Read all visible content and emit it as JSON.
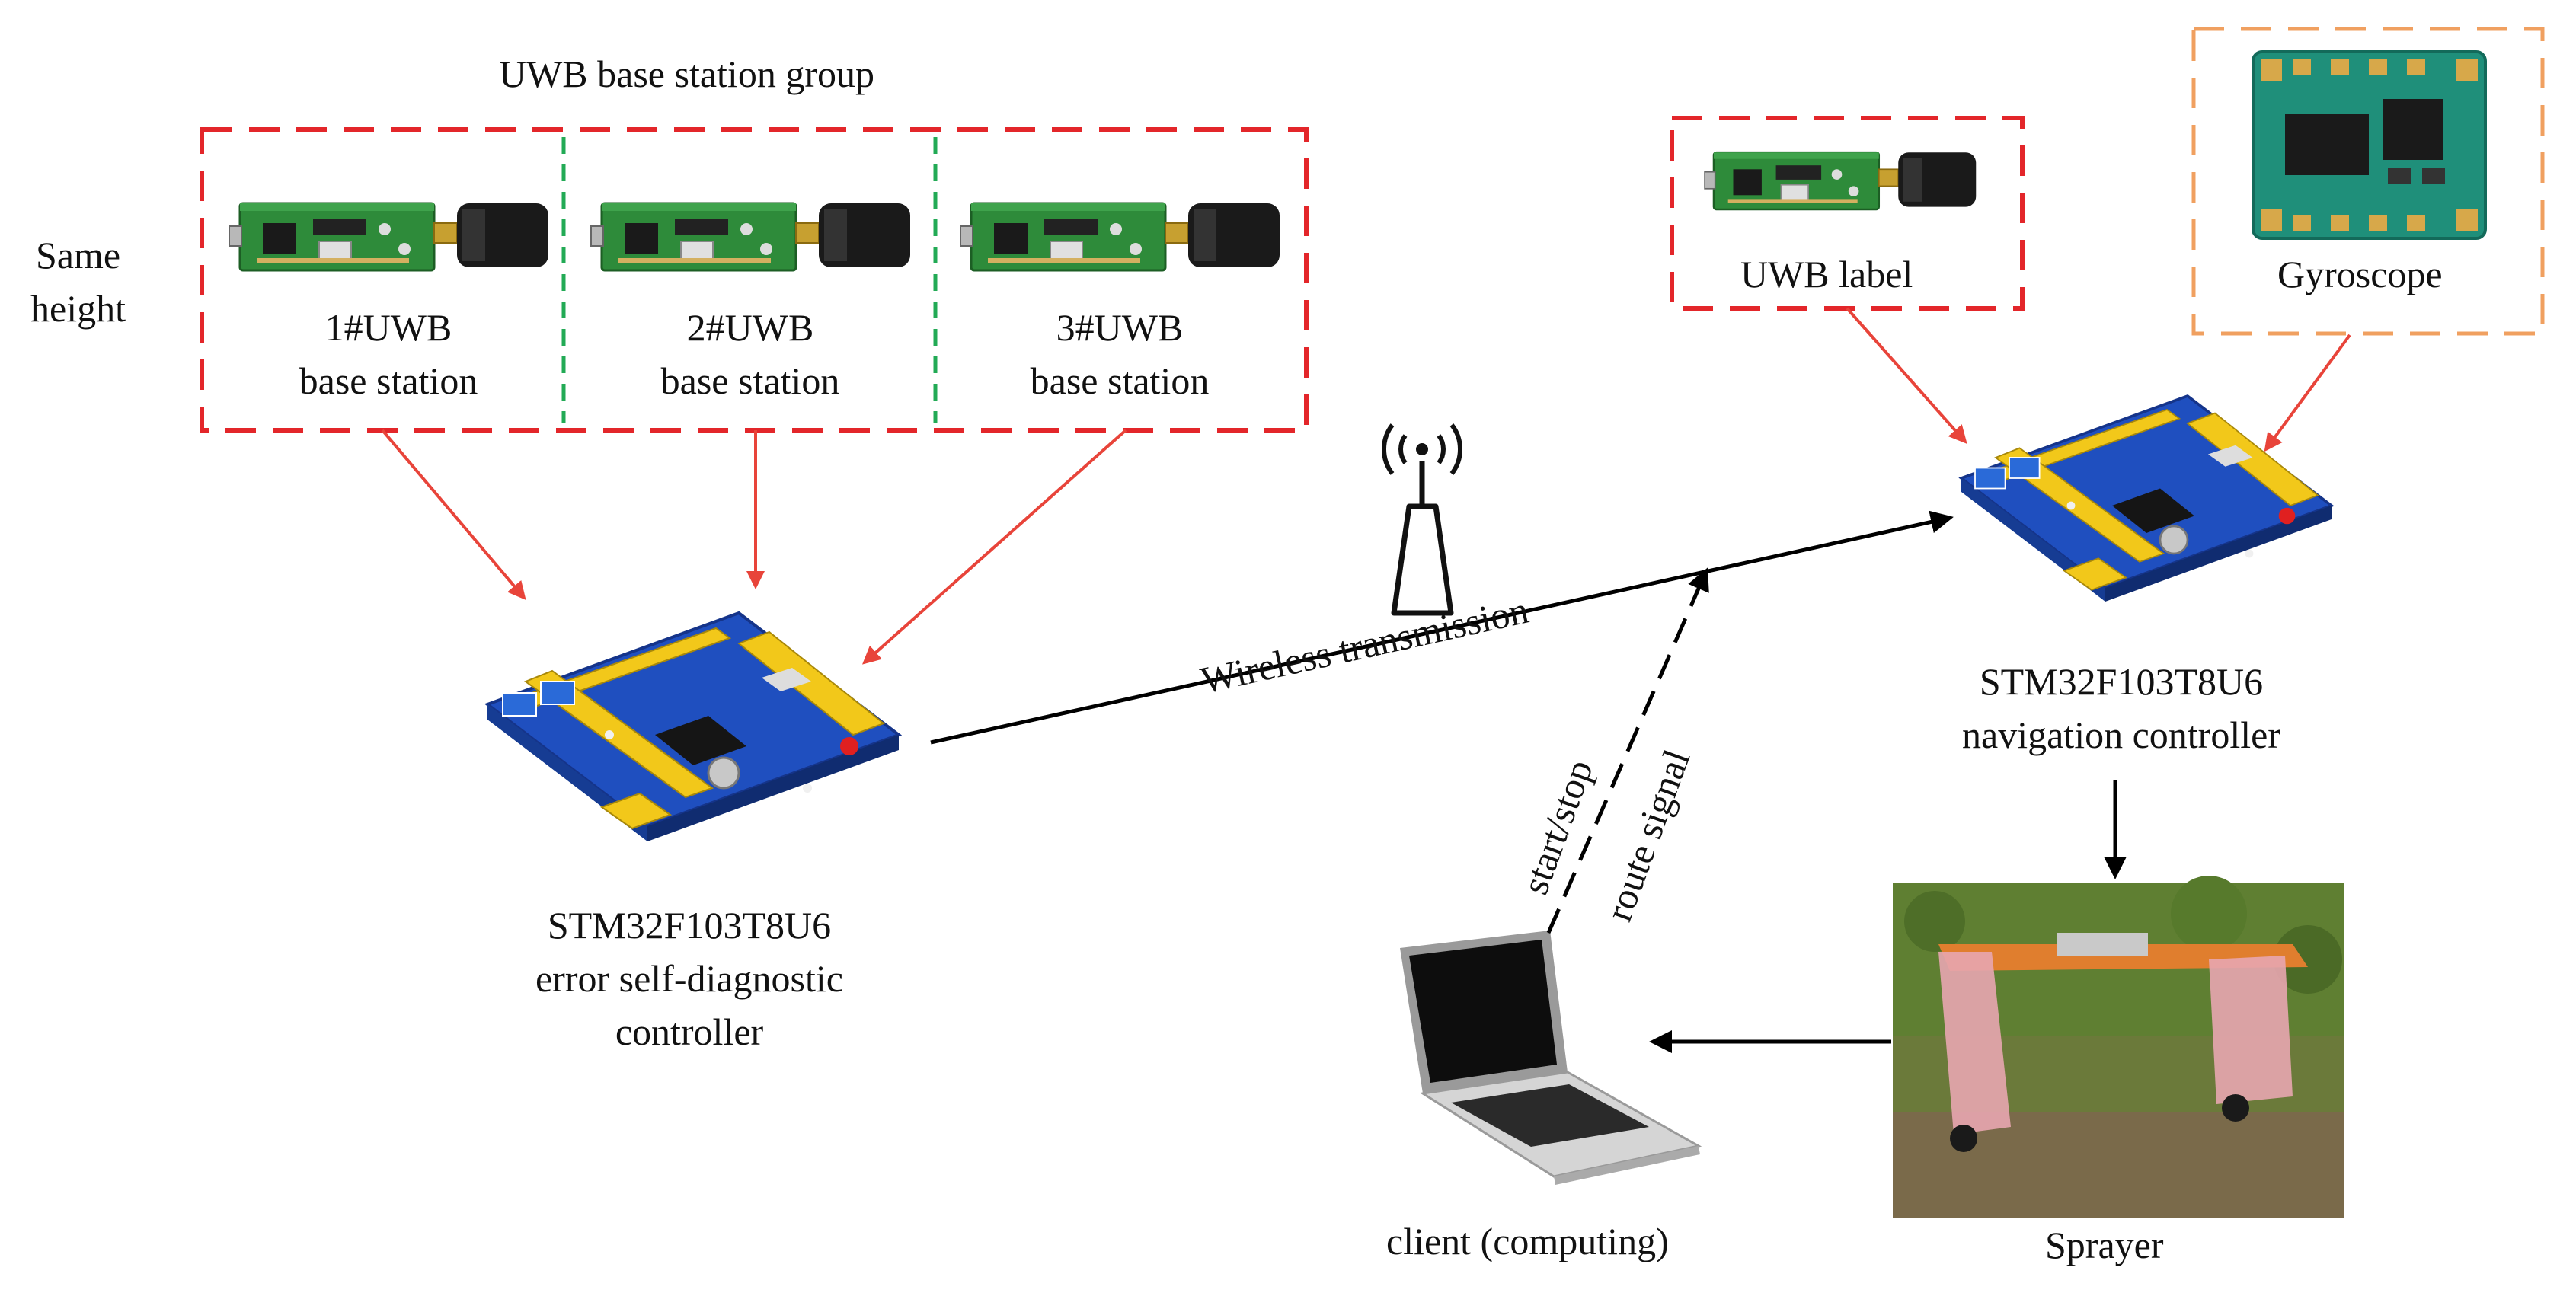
{
  "base_station_group": {
    "title": "UWB base station group",
    "side_note_line1": "Same",
    "side_note_line2": "height",
    "stations": [
      {
        "line1": "1#UWB",
        "line2": "base station"
      },
      {
        "line1": "2#UWB",
        "line2": "base station"
      },
      {
        "line1": "3#UWB",
        "line2": "base station"
      }
    ]
  },
  "diagnostic_controller": {
    "line1": "STM32F103T8U6",
    "line2": "error self-diagnostic",
    "line3": "controller"
  },
  "wireless": {
    "label": "Wireless transmission"
  },
  "signals": {
    "start_stop": "start/stop",
    "route": "route signal"
  },
  "uwb_label": {
    "label": "UWB label"
  },
  "gyroscope": {
    "label": "Gyroscope"
  },
  "navigation_controller": {
    "line1": "STM32F103T8U6",
    "line2": "navigation controller"
  },
  "sprayer": {
    "label": "Sprayer"
  },
  "client": {
    "label": "client (computing)"
  },
  "colors": {
    "arrow_red": "#e8443a",
    "box_red": "#e3262a",
    "box_orange": "#f0a060",
    "divider_green": "#22aa55",
    "board_blue": "#1f4fbf",
    "uwb_green": "#2e8b3a"
  }
}
